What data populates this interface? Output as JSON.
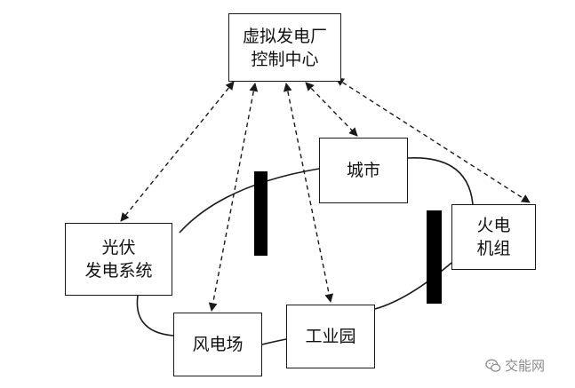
{
  "nodes": {
    "vpp": {
      "line1": "虚拟发电厂",
      "line2": "控制中心"
    },
    "city": {
      "line1": "城市"
    },
    "pv": {
      "line1": "光伏",
      "line2": "发电系统"
    },
    "thermal": {
      "line1": "火电",
      "line2": "机组"
    },
    "wind": {
      "line1": "风电场"
    },
    "park": {
      "line1": "工业园"
    }
  },
  "watermark": {
    "text": "交能网",
    "icon": "wechat-icon"
  },
  "colors": {
    "line": "#1a1a1a",
    "barrier": "#000000",
    "watermark": "#8a8a8a"
  }
}
